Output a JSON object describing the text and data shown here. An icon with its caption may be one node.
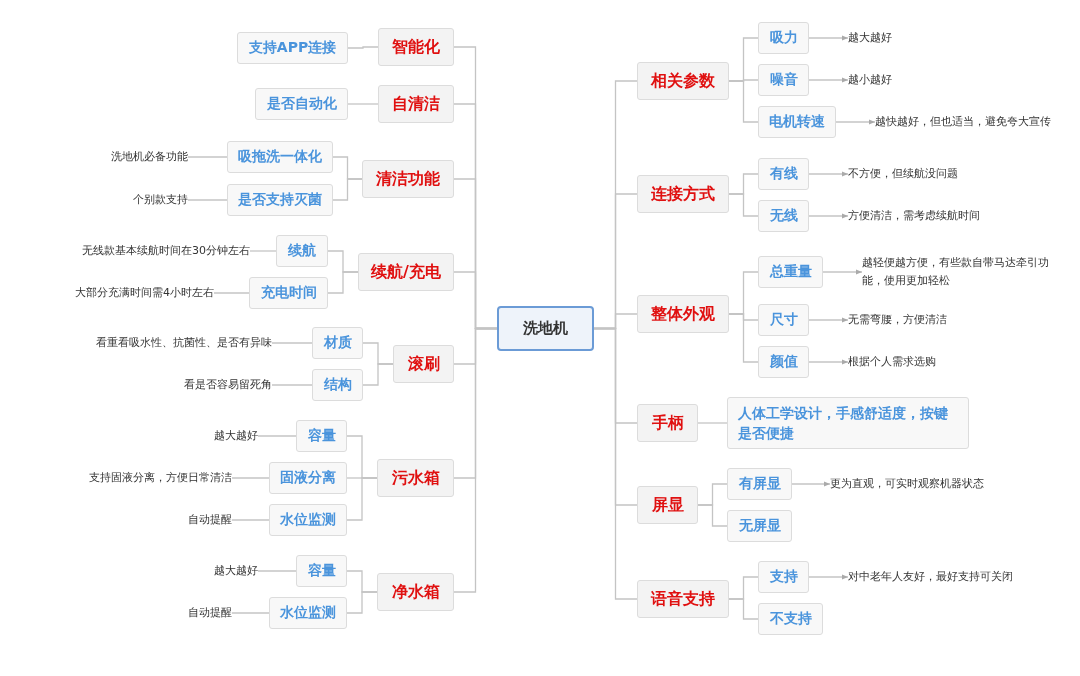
{
  "diagram": {
    "nodes": [
      {
        "text": [
          "洗地机"
        ]
      },
      {
        "text": [
          "智能化"
        ]
      },
      {
        "text": [
          "支持APP连接"
        ]
      },
      {
        "text": [
          "自清洁"
        ]
      },
      {
        "text": [
          "是否自动化"
        ]
      },
      {
        "text": [
          "清洁功能"
        ]
      },
      {
        "text": [
          "吸拖洗一体化"
        ]
      },
      {
        "text": [
          "洗地机必备功能"
        ]
      },
      {
        "text": [
          "是否支持灭菌"
        ]
      },
      {
        "text": [
          "个别款支持"
        ]
      },
      {
        "text": [
          "续航/充电"
        ]
      },
      {
        "text": [
          "续航"
        ]
      },
      {
        "text": [
          "无线款基本续航时间在30分钟左右"
        ]
      },
      {
        "text": [
          "充电时间"
        ]
      },
      {
        "text": [
          "大部分充满时间需4小时左右"
        ]
      },
      {
        "text": [
          "滚刷"
        ]
      },
      {
        "text": [
          "材质"
        ]
      },
      {
        "text": [
          "看重看吸水性、抗菌性、是否有异味"
        ]
      },
      {
        "text": [
          "结构"
        ]
      },
      {
        "text": [
          "看是否容易留死角"
        ]
      },
      {
        "text": [
          "污水箱"
        ]
      },
      {
        "text": [
          "容量"
        ]
      },
      {
        "text": [
          "越大越好"
        ]
      },
      {
        "text": [
          "固液分离"
        ]
      },
      {
        "text": [
          "支持固液分离，方便日常清洁"
        ]
      },
      {
        "text": [
          "水位监测"
        ]
      },
      {
        "text": [
          "自动提醒"
        ]
      },
      {
        "text": [
          "净水箱"
        ]
      },
      {
        "text": [
          "容量"
        ]
      },
      {
        "text": [
          "越大越好"
        ]
      },
      {
        "text": [
          "水位监测"
        ]
      },
      {
        "text": [
          "自动提醒"
        ]
      },
      {
        "text": [
          "相关参数"
        ]
      },
      {
        "text": [
          "吸力"
        ]
      },
      {
        "text": [
          "越大越好"
        ]
      },
      {
        "text": [
          "噪音"
        ]
      },
      {
        "text": [
          "越小越好"
        ]
      },
      {
        "text": [
          "电机转速"
        ]
      },
      {
        "text": [
          "越快越好，但也适当，避免夸大宣传"
        ]
      },
      {
        "text": [
          "连接方式"
        ]
      },
      {
        "text": [
          "有线"
        ]
      },
      {
        "text": [
          "不方便，但续航没问题"
        ]
      },
      {
        "text": [
          "无线"
        ]
      },
      {
        "text": [
          "方便清洁，需考虑续航时间"
        ]
      },
      {
        "text": [
          "整体外观"
        ]
      },
      {
        "text": [
          "总重量"
        ]
      },
      {
        "text": [
          "越轻便越方便，有些款自带马达牵引功能，使用更加轻松"
        ]
      },
      {
        "text": [
          "尺寸"
        ]
      },
      {
        "text": [
          "无需弯腰，方便清洁"
        ]
      },
      {
        "text": [
          "颜值"
        ]
      },
      {
        "text": [
          "根据个人需求选购"
        ]
      },
      {
        "text": [
          "手柄"
        ]
      },
      {
        "text": [
          "人体工学设计，手感舒适度，按键是否便捷"
        ]
      },
      {
        "text": [
          "屏显"
        ]
      },
      {
        "text": [
          "有屏显"
        ]
      },
      {
        "text": [
          "更为直观，可实时观察机器状态"
        ]
      },
      {
        "text": [
          "无屏显"
        ]
      },
      {
        "text": [
          "语音支持"
        ]
      },
      {
        "text": [
          "支持"
        ]
      },
      {
        "text": [
          "对中老年人友好，最好支持可关闭"
        ]
      },
      {
        "text": [
          "不支持"
        ]
      }
    ],
    "edges": [
      {
        "from": 0,
        "to": 1,
        "arrow": "none"
      },
      {
        "from": 0,
        "to": 3,
        "arrow": "none"
      },
      {
        "from": 0,
        "to": 5,
        "arrow": "none"
      },
      {
        "from": 0,
        "to": 10,
        "arrow": "none"
      },
      {
        "from": 0,
        "to": 15,
        "arrow": "none"
      },
      {
        "from": 0,
        "to": 20,
        "arrow": "none"
      },
      {
        "from": 0,
        "to": 27,
        "arrow": "none"
      },
      {
        "from": 0,
        "to": 32,
        "arrow": "none"
      },
      {
        "from": 0,
        "to": 39,
        "arrow": "none"
      },
      {
        "from": 0,
        "to": 44,
        "arrow": "none"
      },
      {
        "from": 0,
        "to": 51,
        "arrow": "none"
      },
      {
        "from": 0,
        "to": 53,
        "arrow": "none"
      },
      {
        "from": 0,
        "to": 57,
        "arrow": "none"
      },
      {
        "from": 1,
        "to": 2,
        "arrow": "none"
      },
      {
        "from": 3,
        "to": 4,
        "arrow": "none"
      },
      {
        "from": 5,
        "to": 6,
        "arrow": "none"
      },
      {
        "from": 6,
        "to": 7,
        "arrow": "none"
      },
      {
        "from": 5,
        "to": 8,
        "arrow": "none"
      },
      {
        "from": 8,
        "to": 9,
        "arrow": "none"
      },
      {
        "from": 10,
        "to": 11,
        "arrow": "none"
      },
      {
        "from": 11,
        "to": 12,
        "arrow": "none"
      },
      {
        "from": 10,
        "to": 13,
        "arrow": "none"
      },
      {
        "from": 13,
        "to": 14,
        "arrow": "none"
      },
      {
        "from": 15,
        "to": 16,
        "arrow": "none"
      },
      {
        "from": 16,
        "to": 17,
        "arrow": "none"
      },
      {
        "from": 15,
        "to": 18,
        "arrow": "none"
      },
      {
        "from": 18,
        "to": 19,
        "arrow": "none"
      },
      {
        "from": 20,
        "to": 21,
        "arrow": "none"
      },
      {
        "from": 21,
        "to": 22,
        "arrow": "none"
      },
      {
        "from": 20,
        "to": 23,
        "arrow": "none"
      },
      {
        "from": 23,
        "to": 24,
        "arrow": "none"
      },
      {
        "from": 20,
        "to": 25,
        "arrow": "none"
      },
      {
        "from": 25,
        "to": 26,
        "arrow": "none"
      },
      {
        "from": 27,
        "to": 28,
        "arrow": "none"
      },
      {
        "from": 28,
        "to": 29,
        "arrow": "none"
      },
      {
        "from": 27,
        "to": 30,
        "arrow": "none"
      },
      {
        "from": 30,
        "to": 31,
        "arrow": "none"
      },
      {
        "from": 32,
        "to": 33,
        "arrow": "none"
      },
      {
        "from": 33,
        "to": 34,
        "arrow": "to"
      },
      {
        "from": 32,
        "to": 35,
        "arrow": "none"
      },
      {
        "from": 35,
        "to": 36,
        "arrow": "to"
      },
      {
        "from": 32,
        "to": 37,
        "arrow": "none"
      },
      {
        "from": 37,
        "to": 38,
        "arrow": "to"
      },
      {
        "from": 39,
        "to": 40,
        "arrow": "none"
      },
      {
        "from": 40,
        "to": 41,
        "arrow": "to"
      },
      {
        "from": 39,
        "to": 42,
        "arrow": "none"
      },
      {
        "from": 42,
        "to": 43,
        "arrow": "to"
      },
      {
        "from": 44,
        "to": 45,
        "arrow": "none"
      },
      {
        "from": 45,
        "to": 46,
        "arrow": "to"
      },
      {
        "from": 44,
        "to": 47,
        "arrow": "none"
      },
      {
        "from": 47,
        "to": 48,
        "arrow": "to"
      },
      {
        "from": 44,
        "to": 49,
        "arrow": "none"
      },
      {
        "from": 49,
        "to": 50,
        "arrow": "to"
      },
      {
        "from": 51,
        "to": 52,
        "arrow": "none"
      },
      {
        "from": 53,
        "to": 54,
        "arrow": "none"
      },
      {
        "from": 54,
        "to": 55,
        "arrow": "to"
      },
      {
        "from": 53,
        "to": 56,
        "arrow": "none"
      },
      {
        "from": 57,
        "to": 58,
        "arrow": "none"
      },
      {
        "from": 58,
        "to": 59,
        "arrow": "to"
      },
      {
        "from": 57,
        "to": 60,
        "arrow": "none"
      }
    ]
  }
}
